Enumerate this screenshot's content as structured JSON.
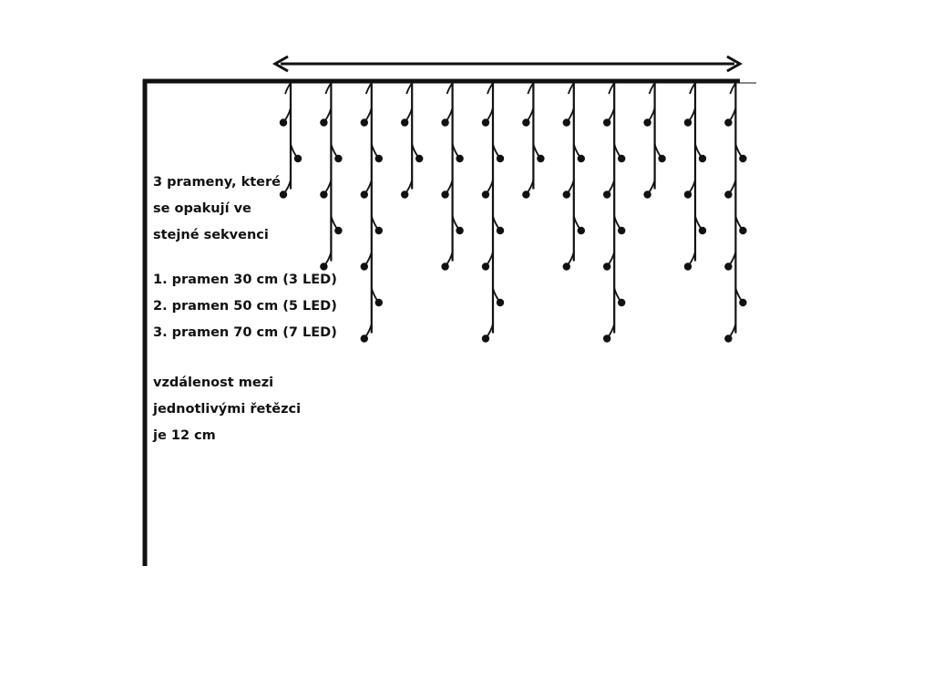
{
  "texts": {
    "intro": [
      "3 prameny, které",
      "se opakují ve",
      "stejné sekvenci"
    ],
    "strands": [
      "1. pramen 30 cm (3 LED)",
      "2. pramen 50 cm (5 LED)",
      "3. pramen 70 cm (7 LED)"
    ],
    "distance": [
      "vzdálenost mezi",
      "jednotlivými řetězci",
      " je 12 cm"
    ]
  },
  "diagram": {
    "strand_count": 12,
    "strand_leds": [
      3,
      5,
      7,
      3,
      5,
      7,
      3,
      5,
      7,
      3,
      5,
      7
    ],
    "colors": {
      "ink": "#111111",
      "background": "#ffffff"
    }
  }
}
